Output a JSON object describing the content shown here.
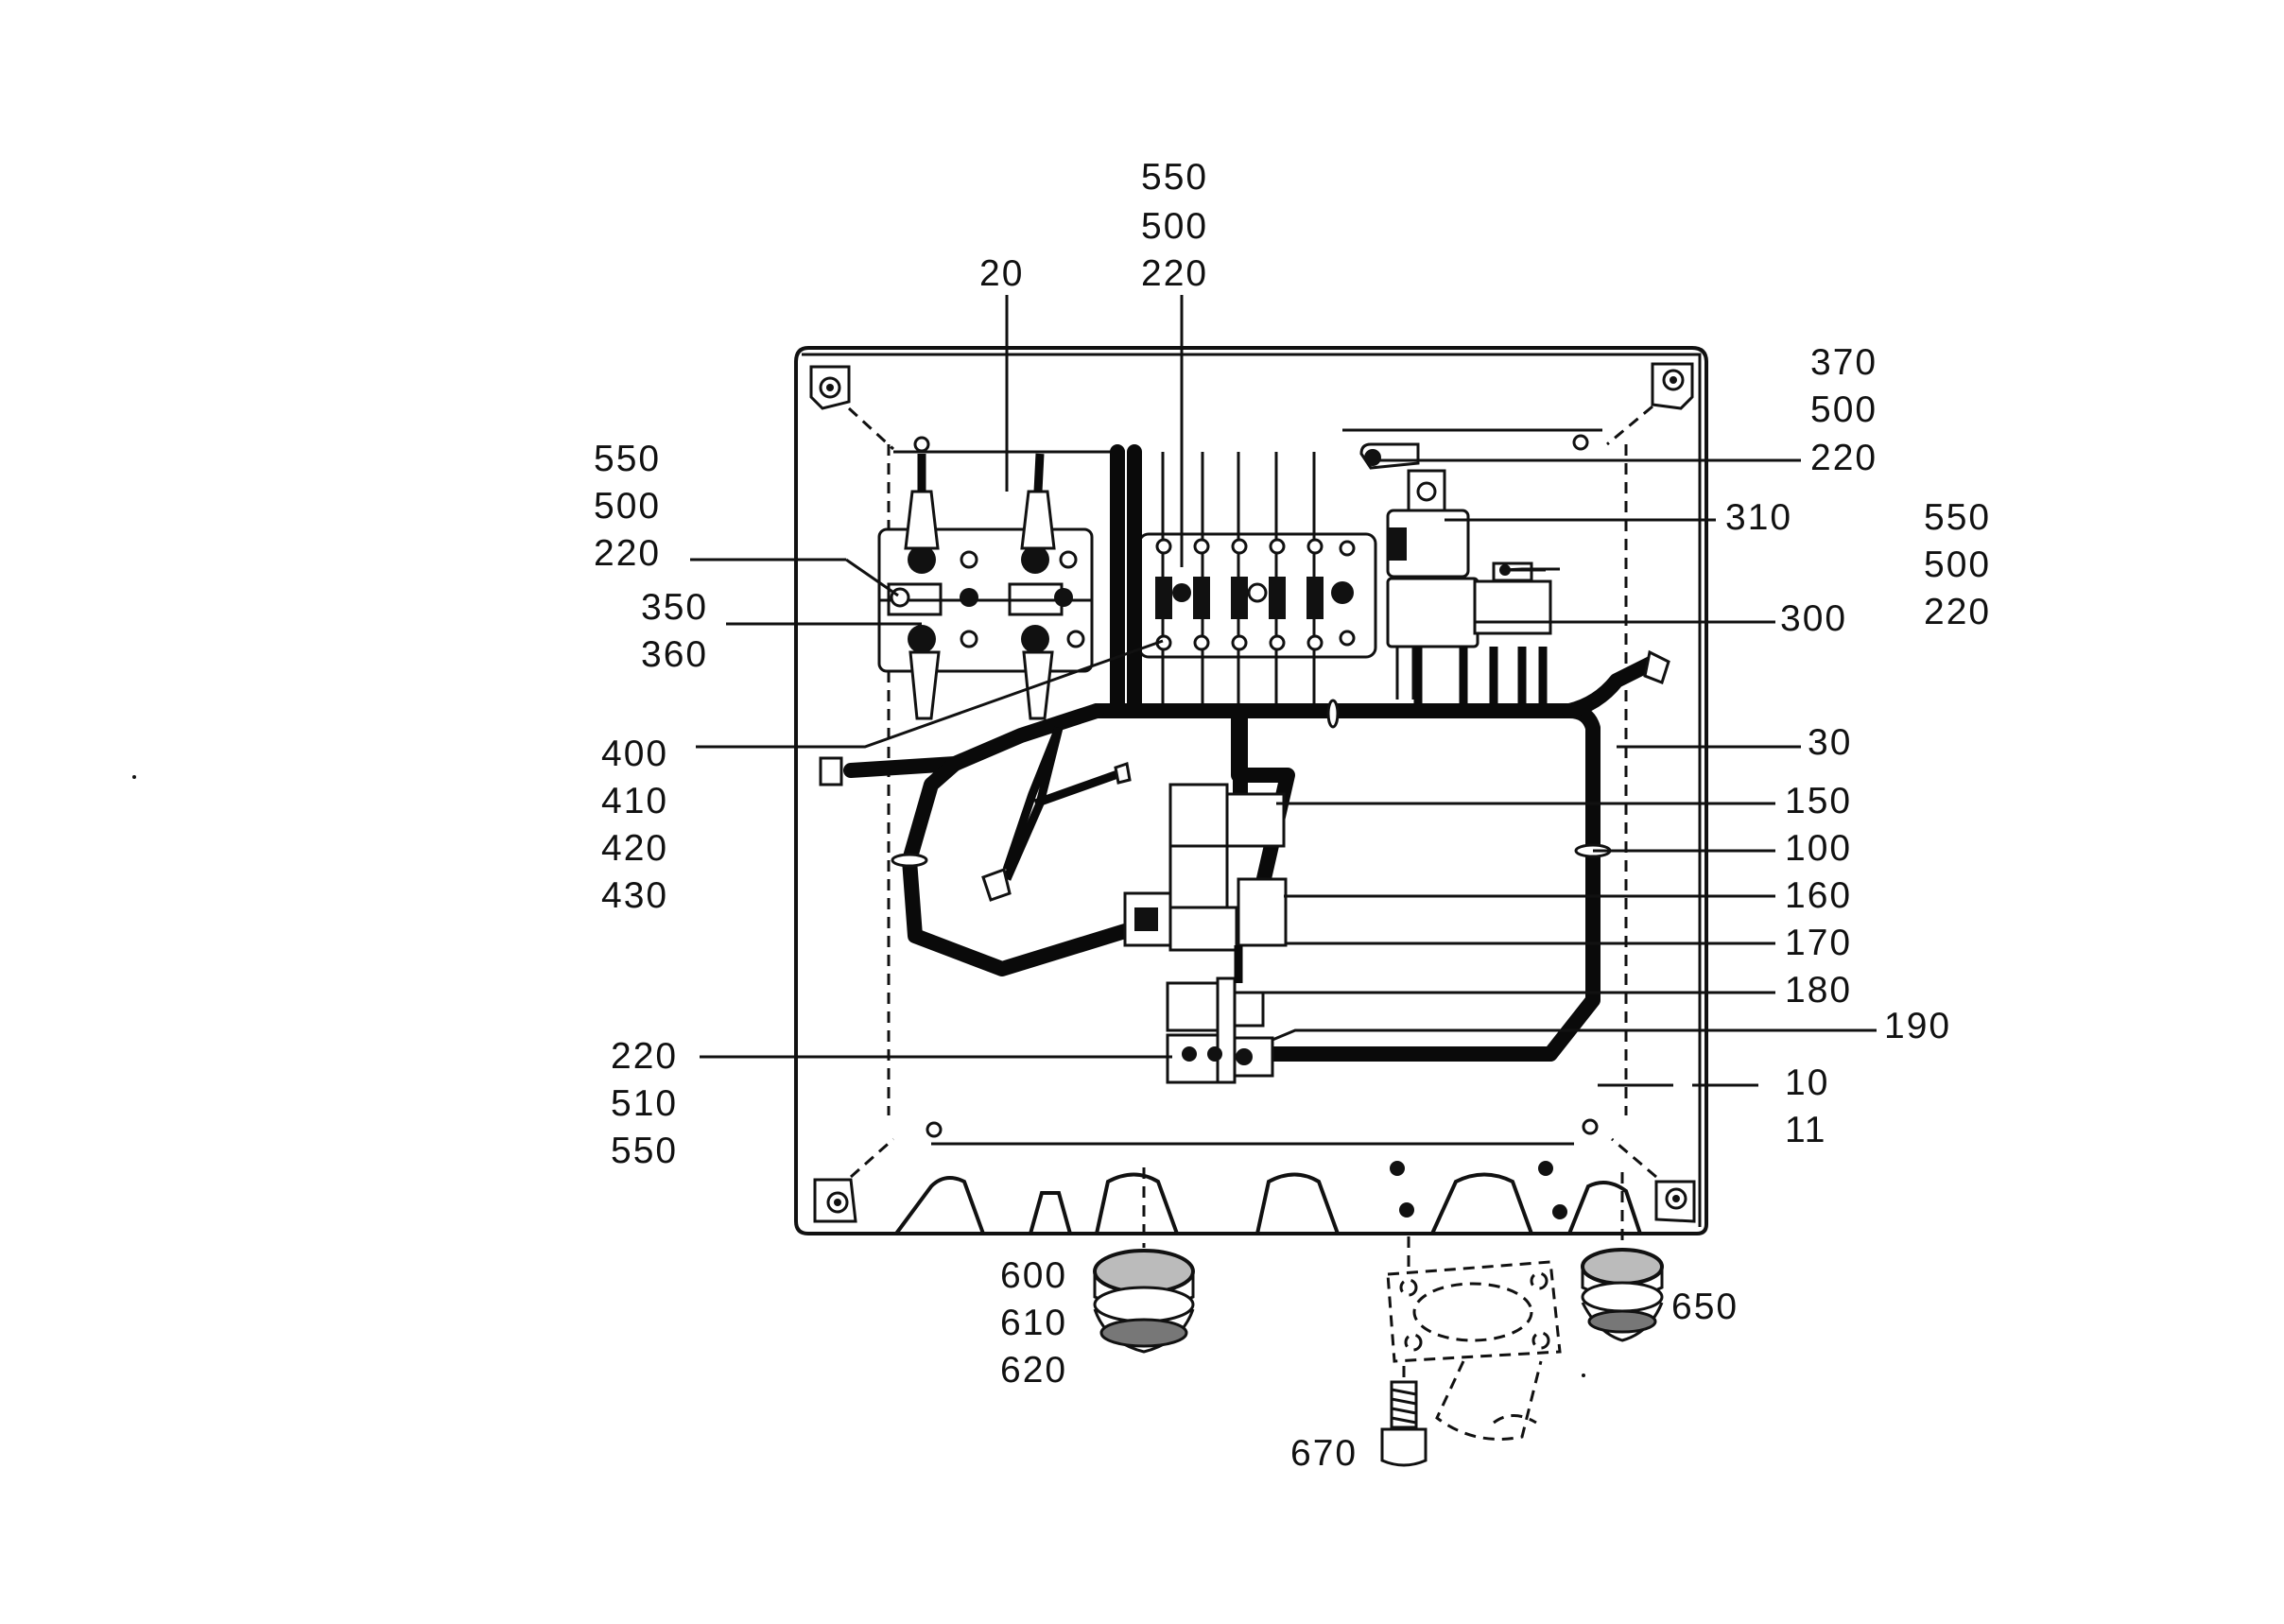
{
  "diagram": {
    "callouts": {
      "c20": "20",
      "c550a": "550",
      "c500a": "500",
      "c220a": "220",
      "c370": "370",
      "c500b": "500",
      "c220b": "220",
      "c310": "310",
      "c550c": "550",
      "c500c": "500",
      "c220c": "220",
      "c300": "300",
      "c550d": "550",
      "c500d": "500",
      "c220d": "220",
      "c350": "350",
      "c360": "360",
      "c400": "400",
      "c410": "410",
      "c420": "420",
      "c430": "430",
      "c30": "30",
      "c150": "150",
      "c100": "100",
      "c160": "160",
      "c170": "170",
      "c180": "180",
      "c190": "190",
      "c220e": "220",
      "c510": "510",
      "c550e": "550",
      "c10": "10",
      "c11": "11",
      "c600": "600",
      "c610": "610",
      "c620": "620",
      "c650": "650",
      "c670": "670"
    },
    "colors": {
      "ink": "#111111",
      "paper": "#ffffff"
    }
  }
}
